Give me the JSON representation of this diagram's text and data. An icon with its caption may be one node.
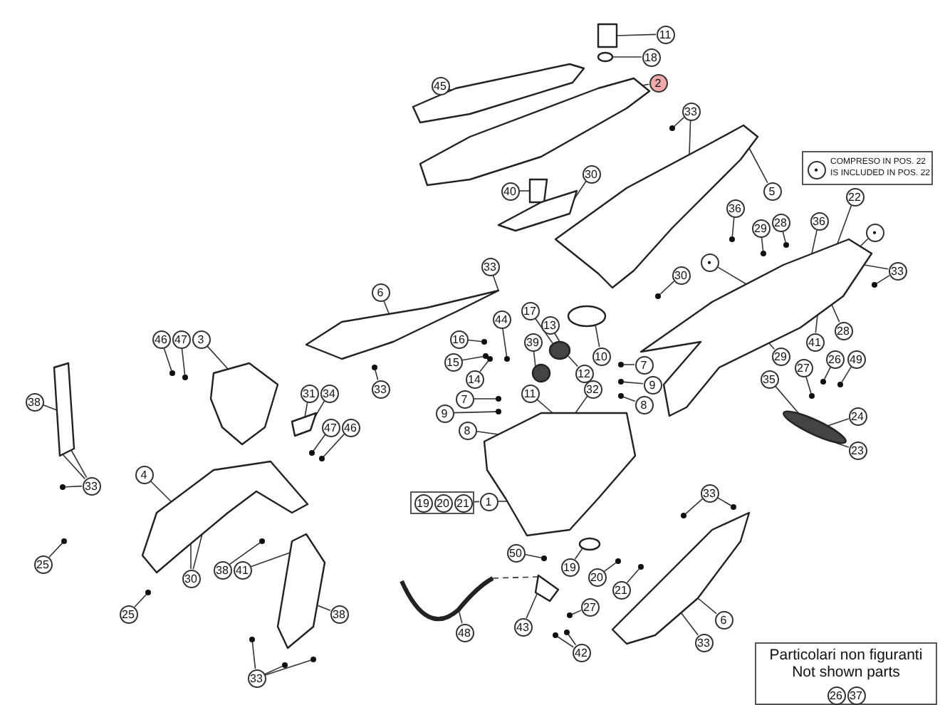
{
  "diagram": {
    "nodes": [
      {
        "text": [
          "45"
        ]
      },
      {
        "text": [
          "11"
        ]
      },
      {
        "text": [
          "18"
        ]
      },
      {
        "text": [
          "2"
        ]
      },
      {
        "text": [
          "33"
        ]
      },
      {
        "text": [
          "40"
        ]
      },
      {
        "text": [
          "30"
        ]
      },
      {
        "text": [
          "5"
        ]
      },
      {
        "text": [
          "COMPRESO IN POS. 22",
          "IS INCLUDED IN POS. 22"
        ]
      },
      {
        "text": [
          "•"
        ],
        "in": 8
      },
      {
        "text": [
          "36"
        ]
      },
      {
        "text": [
          "29"
        ]
      },
      {
        "text": [
          "28"
        ]
      },
      {
        "text": [
          "36"
        ]
      },
      {
        "text": [
          "22"
        ]
      },
      {
        "text": [
          "•"
        ]
      },
      {
        "text": [
          "•"
        ]
      },
      {
        "text": [
          "33"
        ]
      },
      {
        "text": [
          "30"
        ]
      },
      {
        "text": [
          "33"
        ]
      },
      {
        "text": [
          "28"
        ]
      },
      {
        "text": [
          "41"
        ]
      },
      {
        "text": [
          "29"
        ]
      },
      {
        "text": [
          "27"
        ]
      },
      {
        "text": [
          "26"
        ]
      },
      {
        "text": [
          "49"
        ]
      },
      {
        "text": [
          "35"
        ]
      },
      {
        "text": [
          "24"
        ]
      },
      {
        "text": [
          "23"
        ]
      },
      {
        "text": [
          "6"
        ]
      },
      {
        "text": [
          "33"
        ]
      },
      {
        "text": [
          "10"
        ]
      },
      {
        "text": [
          "17"
        ]
      },
      {
        "text": [
          "13"
        ]
      },
      {
        "text": [
          "39"
        ]
      },
      {
        "text": [
          "44"
        ]
      },
      {
        "text": [
          "12"
        ]
      },
      {
        "text": [
          "16"
        ]
      },
      {
        "text": [
          "15"
        ]
      },
      {
        "text": [
          "14"
        ]
      },
      {
        "text": [
          "7"
        ]
      },
      {
        "text": [
          "9"
        ]
      },
      {
        "text": [
          "8"
        ]
      },
      {
        "text": [
          "11"
        ]
      },
      {
        "text": [
          "32"
        ]
      },
      {
        "text": [
          "7"
        ]
      },
      {
        "text": [
          "9"
        ]
      },
      {
        "text": [
          "8"
        ]
      },
      {
        "text": [
          "46"
        ]
      },
      {
        "text": [
          "47"
        ]
      },
      {
        "text": [
          "3"
        ]
      },
      {
        "text": [
          "31"
        ]
      },
      {
        "text": [
          "34"
        ]
      },
      {
        "text": [
          "47"
        ]
      },
      {
        "text": [
          "46"
        ]
      },
      {
        "text": [
          "38"
        ]
      },
      {
        "text": [
          "33"
        ]
      },
      {
        "text": [
          "4"
        ]
      },
      {
        "text": [],
        "shape": "box"
      },
      {
        "text": [
          "19"
        ],
        "in": 58
      },
      {
        "text": [
          "20"
        ],
        "in": 58
      },
      {
        "text": [
          "21"
        ],
        "in": 58
      },
      {
        "text": [
          "1"
        ]
      },
      {
        "text": [
          "25"
        ]
      },
      {
        "text": [
          "25"
        ]
      },
      {
        "text": [
          "30"
        ]
      },
      {
        "text": [
          "38"
        ]
      },
      {
        "text": [
          "41"
        ]
      },
      {
        "text": [
          "38"
        ]
      },
      {
        "text": [
          "33"
        ]
      },
      {
        "text": [
          "50"
        ]
      },
      {
        "text": [
          "19"
        ]
      },
      {
        "text": [
          "20"
        ]
      },
      {
        "text": [
          "21"
        ]
      },
      {
        "text": [
          "48"
        ]
      },
      {
        "text": [
          "43"
        ]
      },
      {
        "text": [
          "27"
        ]
      },
      {
        "text": [
          "42"
        ]
      },
      {
        "text": [
          "33"
        ]
      },
      {
        "text": [
          "6"
        ]
      },
      {
        "text": [
          "33"
        ]
      },
      {
        "text": [
          "Particolari non figuranti",
          "Not shown parts"
        ]
      },
      {
        "text": [
          "26"
        ],
        "in": 81
      },
      {
        "text": [
          "37"
        ],
        "in": 81
      },
      {
        "text": [],
        "shape": "picture"
      },
      {
        "text": [],
        "shape": "box"
      },
      {
        "text": [],
        "shape": "circle"
      },
      {
        "text": [],
        "shape": "picture"
      },
      {
        "text": [],
        "shape": "box"
      },
      {
        "text": [],
        "shape": "picture"
      },
      {
        "text": [],
        "shape": "picture"
      },
      {
        "text": [],
        "shape": "picture"
      },
      {
        "text": [],
        "shape": "picture"
      },
      {
        "text": [],
        "shape": "circle"
      },
      {
        "text": [],
        "shape": "circle"
      },
      {
        "text": [],
        "shape": "circle"
      },
      {
        "text": [],
        "shape": "picture"
      },
      {
        "text": [],
        "shape": "picture"
      },
      {
        "text": [],
        "shape": "picture"
      },
      {
        "text": [],
        "shape": "picture"
      },
      {
        "text": [],
        "shape": "picture"
      },
      {
        "text": [],
        "shape": "picture"
      },
      {
        "text": [],
        "shape": "circle"
      },
      {
        "text": [],
        "shape": "picture"
      },
      {
        "text": [],
        "shape": "picture"
      },
      {
        "text": [],
        "shape": "picture"
      },
      {
        "text": [],
        "shape": "picture"
      },
      {
        "text": [],
        "shape": "circle"
      },
      {
        "text": [],
        "shape": "circle"
      },
      {
        "text": [],
        "shape": "circle"
      },
      {
        "text": [],
        "shape": "circle"
      },
      {
        "text": [],
        "shape": "circle"
      },
      {
        "text": [],
        "shape": "circle"
      },
      {
        "text": [],
        "shape": "circle"
      },
      {
        "text": [],
        "shape": "circle"
      },
      {
        "text": [],
        "shape": "circle"
      },
      {
        "text": [],
        "shape": "circle"
      },
      {
        "text": [],
        "shape": "circle"
      },
      {
        "text": [],
        "shape": "circle"
      },
      {
        "text": [],
        "shape": "circle"
      },
      {
        "text": [],
        "shape": "circle"
      },
      {
        "text": [],
        "shape": "circle"
      },
      {
        "text": [],
        "shape": "circle"
      },
      {
        "text": [],
        "shape": "circle"
      },
      {
        "text": [],
        "shape": "circle"
      },
      {
        "text": [],
        "shape": "circle"
      },
      {
        "text": [],
        "shape": "circle"
      },
      {
        "text": [],
        "shape": "circle"
      },
      {
        "text": [],
        "shape": "circle"
      },
      {
        "text": [],
        "shape": "circle"
      },
      {
        "text": [],
        "shape": "circle"
      },
      {
        "text": [],
        "shape": "circle"
      },
      {
        "text": [],
        "shape": "circle"
      },
      {
        "text": [],
        "shape": "circle"
      },
      {
        "text": [],
        "shape": "circle"
      },
      {
        "text": [],
        "shape": "circle"
      },
      {
        "text": [],
        "shape": "circle"
      },
      {
        "text": [],
        "shape": "circle"
      },
      {
        "text": [],
        "shape": "circle"
      },
      {
        "text": [],
        "shape": "circle"
      },
      {
        "text": [],
        "shape": "circle"
      },
      {
        "text": [],
        "shape": "circle"
      },
      {
        "text": [],
        "shape": "circle"
      },
      {
        "text": [],
        "shape": "circle"
      },
      {
        "text": [],
        "shape": "circle"
      }
    ],
    "edges": [
      {
        "from": 0,
        "to": 84,
        "arrow": "none"
      },
      {
        "from": 1,
        "to": 85,
        "arrow": "none"
      },
      {
        "from": 2,
        "to": 86,
        "arrow": "none"
      },
      {
        "from": 3,
        "to": 87,
        "arrow": "none"
      },
      {
        "from": 4,
        "to": 107,
        "arrow": "none"
      },
      {
        "from": 4,
        "to": 90,
        "arrow": "none"
      },
      {
        "from": 5,
        "to": 88,
        "arrow": "none"
      },
      {
        "from": 6,
        "to": 89,
        "arrow": "none"
      },
      {
        "from": 7,
        "to": 90,
        "arrow": "none"
      },
      {
        "from": 10,
        "to": 108,
        "arrow": "none"
      },
      {
        "from": 11,
        "to": 109,
        "arrow": "none"
      },
      {
        "from": 12,
        "to": 110,
        "arrow": "none"
      },
      {
        "from": 13,
        "to": 91,
        "arrow": "none"
      },
      {
        "from": 14,
        "to": 91,
        "arrow": "none"
      },
      {
        "from": 15,
        "to": 91,
        "arrow": "none"
      },
      {
        "from": 16,
        "to": 91,
        "arrow": "none"
      },
      {
        "from": 17,
        "to": 91,
        "arrow": "none"
      },
      {
        "from": 17,
        "to": 111,
        "arrow": "none"
      },
      {
        "from": 18,
        "to": 112,
        "arrow": "none"
      },
      {
        "from": 19,
        "to": 92,
        "arrow": "none"
      },
      {
        "from": 20,
        "to": 91,
        "arrow": "none"
      },
      {
        "from": 21,
        "to": 91,
        "arrow": "none"
      },
      {
        "from": 22,
        "to": 91,
        "arrow": "none"
      },
      {
        "from": 23,
        "to": 113,
        "arrow": "none"
      },
      {
        "from": 24,
        "to": 114,
        "arrow": "none"
      },
      {
        "from": 25,
        "to": 115,
        "arrow": "none"
      },
      {
        "from": 26,
        "to": 106,
        "arrow": "none"
      },
      {
        "from": 27,
        "to": 106,
        "arrow": "none"
      },
      {
        "from": 28,
        "to": 106,
        "arrow": "none"
      },
      {
        "from": 29,
        "to": 92,
        "arrow": "none"
      },
      {
        "from": 30,
        "to": 116,
        "arrow": "none"
      },
      {
        "from": 31,
        "to": 93,
        "arrow": "none"
      },
      {
        "from": 32,
        "to": 94,
        "arrow": "none"
      },
      {
        "from": 33,
        "to": 94,
        "arrow": "none"
      },
      {
        "from": 34,
        "to": 95,
        "arrow": "none"
      },
      {
        "from": 35,
        "to": 117,
        "arrow": "none"
      },
      {
        "from": 36,
        "to": 94,
        "arrow": "none"
      },
      {
        "from": 37,
        "to": 118,
        "arrow": "none"
      },
      {
        "from": 38,
        "to": 119,
        "arrow": "none"
      },
      {
        "from": 39,
        "to": 120,
        "arrow": "none"
      },
      {
        "from": 40,
        "to": 121,
        "arrow": "none"
      },
      {
        "from": 41,
        "to": 122,
        "arrow": "none"
      },
      {
        "from": 42,
        "to": 99,
        "arrow": "none"
      },
      {
        "from": 43,
        "to": 99,
        "arrow": "none"
      },
      {
        "from": 44,
        "to": 99,
        "arrow": "none"
      },
      {
        "from": 45,
        "to": 123,
        "arrow": "none"
      },
      {
        "from": 46,
        "to": 124,
        "arrow": "none"
      },
      {
        "from": 47,
        "to": 125,
        "arrow": "none"
      },
      {
        "from": 48,
        "to": 126,
        "arrow": "none"
      },
      {
        "from": 49,
        "to": 127,
        "arrow": "none"
      },
      {
        "from": 50,
        "to": 96,
        "arrow": "none"
      },
      {
        "from": 51,
        "to": 97,
        "arrow": "none"
      },
      {
        "from": 52,
        "to": 97,
        "arrow": "none"
      },
      {
        "from": 53,
        "to": 128,
        "arrow": "none"
      },
      {
        "from": 54,
        "to": 129,
        "arrow": "none"
      },
      {
        "from": 55,
        "to": 98,
        "arrow": "none"
      },
      {
        "from": 56,
        "to": 98,
        "arrow": "none"
      },
      {
        "from": 56,
        "to": 98,
        "arrow": "none"
      },
      {
        "from": 56,
        "to": 130,
        "arrow": "none"
      },
      {
        "from": 57,
        "to": 100,
        "arrow": "none"
      },
      {
        "from": 58,
        "to": 62,
        "arrow": "none"
      },
      {
        "from": 62,
        "to": 99,
        "arrow": "none"
      },
      {
        "from": 63,
        "to": 131,
        "arrow": "none"
      },
      {
        "from": 64,
        "to": 132,
        "arrow": "none"
      },
      {
        "from": 65,
        "to": 100,
        "arrow": "none"
      },
      {
        "from": 65,
        "to": 100,
        "arrow": "none"
      },
      {
        "from": 66,
        "to": 133,
        "arrow": "none"
      },
      {
        "from": 67,
        "to": 101,
        "arrow": "none"
      },
      {
        "from": 68,
        "to": 101,
        "arrow": "none"
      },
      {
        "from": 69,
        "to": 134,
        "arrow": "none"
      },
      {
        "from": 69,
        "to": 135,
        "arrow": "none"
      },
      {
        "from": 69,
        "to": 136,
        "arrow": "none"
      },
      {
        "from": 70,
        "to": 137,
        "arrow": "none"
      },
      {
        "from": 71,
        "to": 102,
        "arrow": "none"
      },
      {
        "from": 72,
        "to": 138,
        "arrow": "none"
      },
      {
        "from": 73,
        "to": 139,
        "arrow": "none"
      },
      {
        "from": 74,
        "to": 103,
        "arrow": "none"
      },
      {
        "from": 75,
        "to": 104,
        "arrow": "none"
      },
      {
        "from": 76,
        "to": 140,
        "arrow": "none"
      },
      {
        "from": 77,
        "to": 141,
        "arrow": "none"
      },
      {
        "from": 77,
        "to": 142,
        "arrow": "none"
      },
      {
        "from": 78,
        "to": 143,
        "arrow": "none"
      },
      {
        "from": 78,
        "to": 144,
        "arrow": "none"
      },
      {
        "from": 79,
        "to": 105,
        "arrow": "none"
      },
      {
        "from": 80,
        "to": 105,
        "arrow": "none"
      },
      {
        "from": 103,
        "to": 104,
        "arrow": "none",
        "style": "dashed"
      }
    ]
  }
}
